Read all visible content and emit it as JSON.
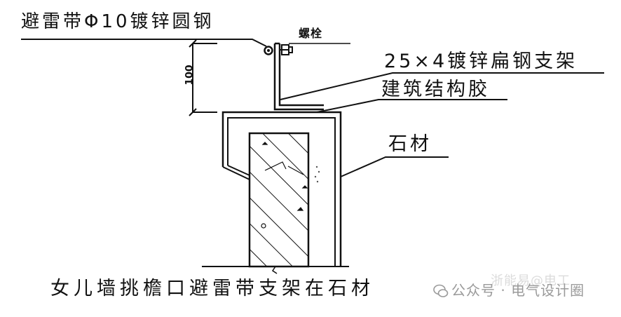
{
  "labels": {
    "lightning_tape": "避雷带Φ10镀锌圆钢",
    "bolt": "螺栓",
    "bracket": "25×4镀锌扁钢支架",
    "adhesive": "建筑结构胶",
    "stone": "石材",
    "dimension": "100"
  },
  "caption": "女儿墙挑檐口避雷带支架在石材",
  "watermark": {
    "account": "公众号 · 电气设计圈",
    "faded": "浙能易@电工"
  }
}
